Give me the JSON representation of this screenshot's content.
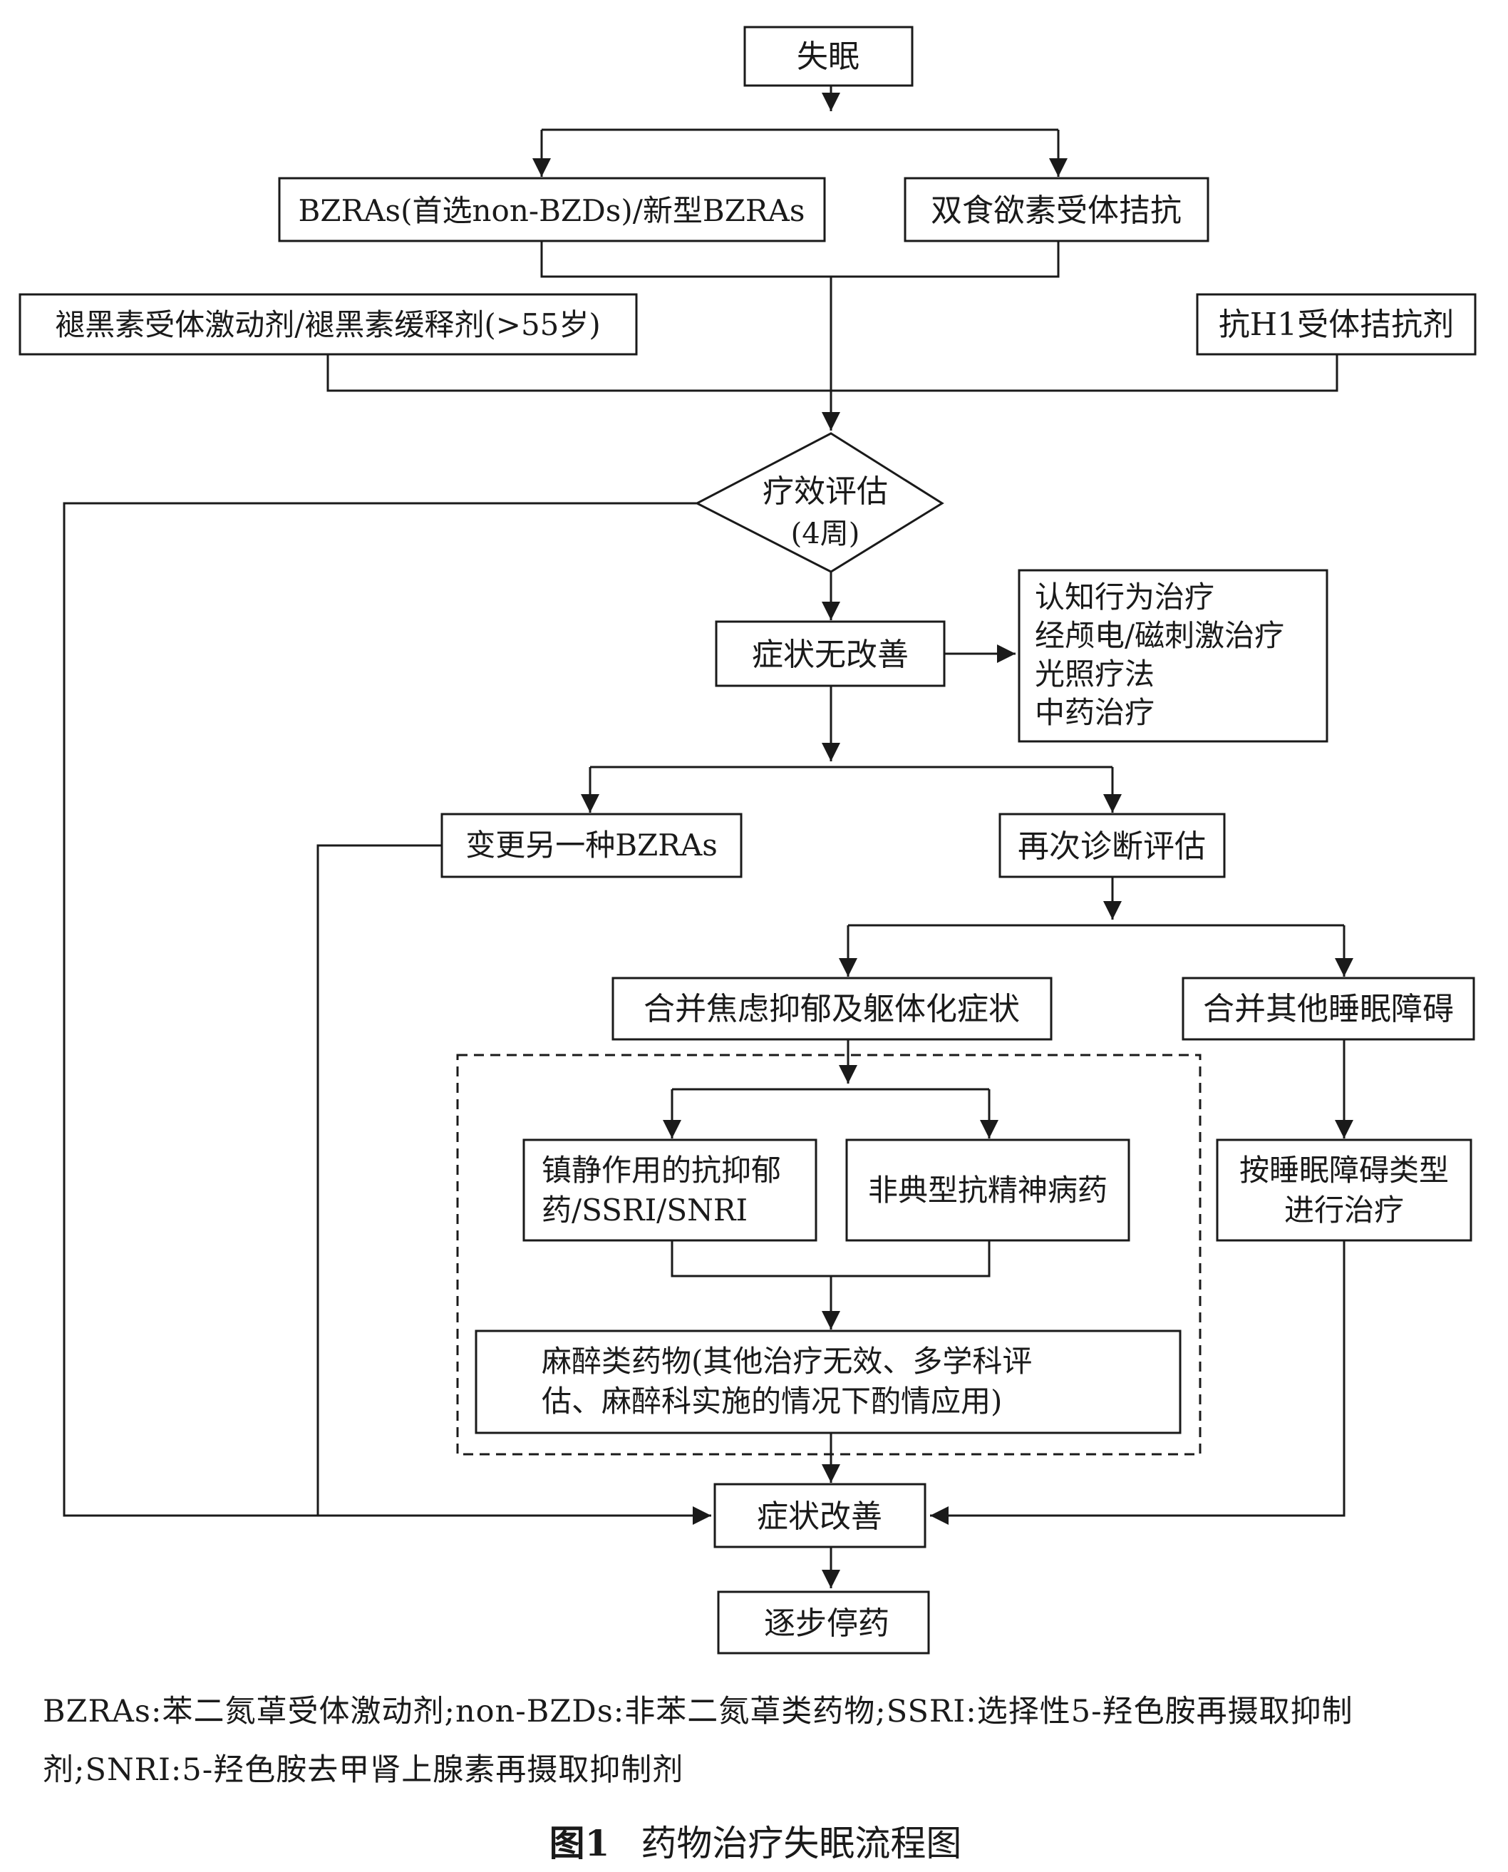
{
  "nodes": {
    "insomnia": "失眠",
    "bzras": "BZRAs(首选non-BZDs)/新型BZRAs",
    "orexin": "双食欲素受体拮抗",
    "melatonin": "褪黑素受体激动剂/褪黑素缓释剂(>55岁)",
    "h1": "抗H1受体拮抗剂",
    "eval_line1": "疗效评估",
    "eval_line2": "(4周)",
    "no_improve": "症状无改善",
    "nondrug_1": "认知行为治疗",
    "nondrug_2": "经颅电/磁刺激治疗",
    "nondrug_3": "光照疗法",
    "nondrug_4": "中药治疗",
    "change_bzras": "变更另一种BZRAs",
    "rediagnose": "再次诊断评估",
    "anxiety": "合并焦虑抑郁及躯体化症状",
    "other_sleep": "合并其他睡眠障碍",
    "sedative_line1": "镇静作用的抗抑郁",
    "sedative_line2": "药/SSRI/SNRI",
    "atypical": "非典型抗精神病药",
    "by_type_line1": "按睡眠障碍类型",
    "by_type_line2": "进行治疗",
    "anesthetic_line1": "麻醉类药物(其他治疗无效、多学科评",
    "anesthetic_line2": "估、麻醉科实施的情况下酌情应用)",
    "improved": "症状改善",
    "taper": "逐步停药"
  },
  "caption": {
    "legend": "BZRAs:苯二氮䓬受体激动剂;non-BZDs:非苯二氮䓬类药物;SSRI:选择性5-羟色胺再摄取抑制剂;SNRI:5-羟色胺去甲肾上腺素再摄取抑制剂",
    "figure_label": "图1",
    "figure_title": "药物治疗失眠流程图"
  }
}
